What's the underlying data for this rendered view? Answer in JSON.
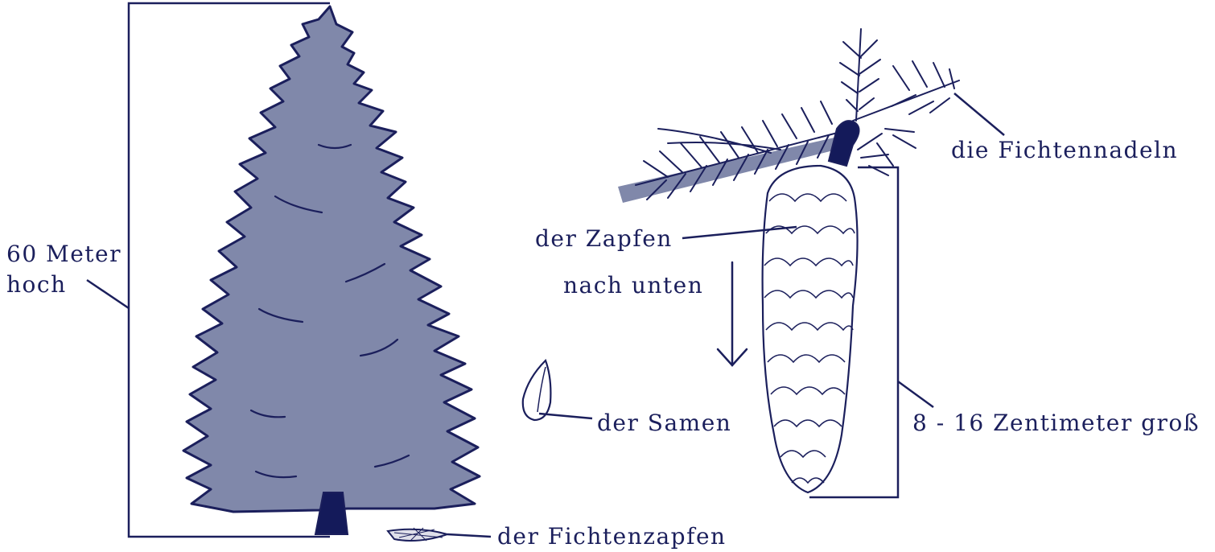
{
  "labels": {
    "tree_height_line1": "60 Meter",
    "tree_height_line2": "hoch",
    "needles": "die Fichtennadeln",
    "cone": "der Zapfen",
    "direction": "nach unten",
    "seed": "der Samen",
    "cone_size": "8 - 16 Zentimeter groß",
    "spruce_cone": "der Fichtenzapfen"
  },
  "colors": {
    "ink": "#1b1f5c",
    "tree_fill": "#8088aa",
    "trunk": "#141a5a",
    "background": "#ffffff"
  }
}
